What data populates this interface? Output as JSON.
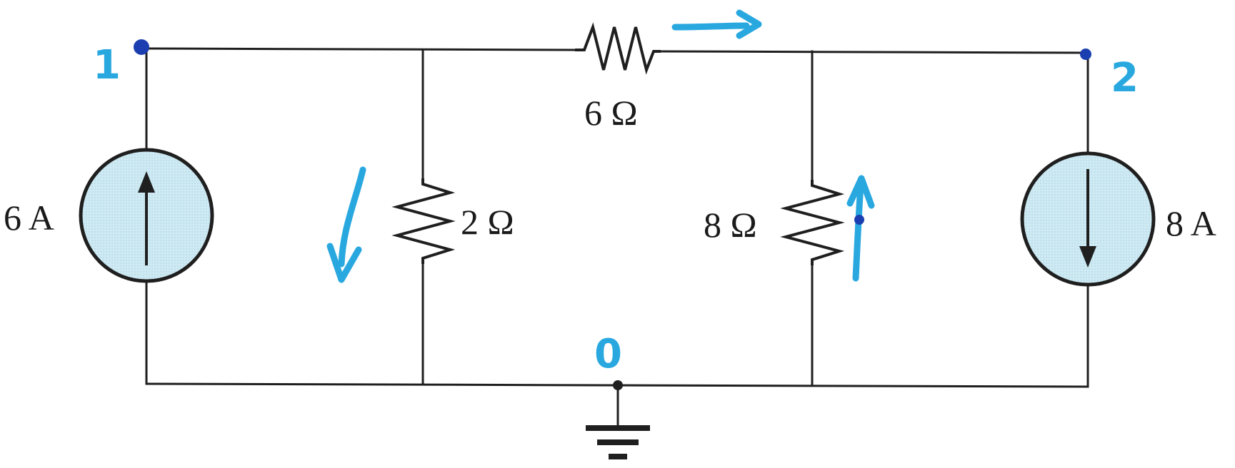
{
  "components": {
    "source_left": {
      "label": "6 A"
    },
    "source_right": {
      "label": "8 A"
    },
    "resistor_top": {
      "label": "6 Ω"
    },
    "resistor_left": {
      "label": "2 Ω"
    },
    "resistor_right": {
      "label": "8 Ω"
    }
  },
  "handwritten": {
    "node_1": "1",
    "node_2": "2",
    "node_0": "0"
  },
  "colors": {
    "wire": "#1f1f1f",
    "source_fill": "#cfeaf3",
    "annotation": "#29a8e0"
  }
}
